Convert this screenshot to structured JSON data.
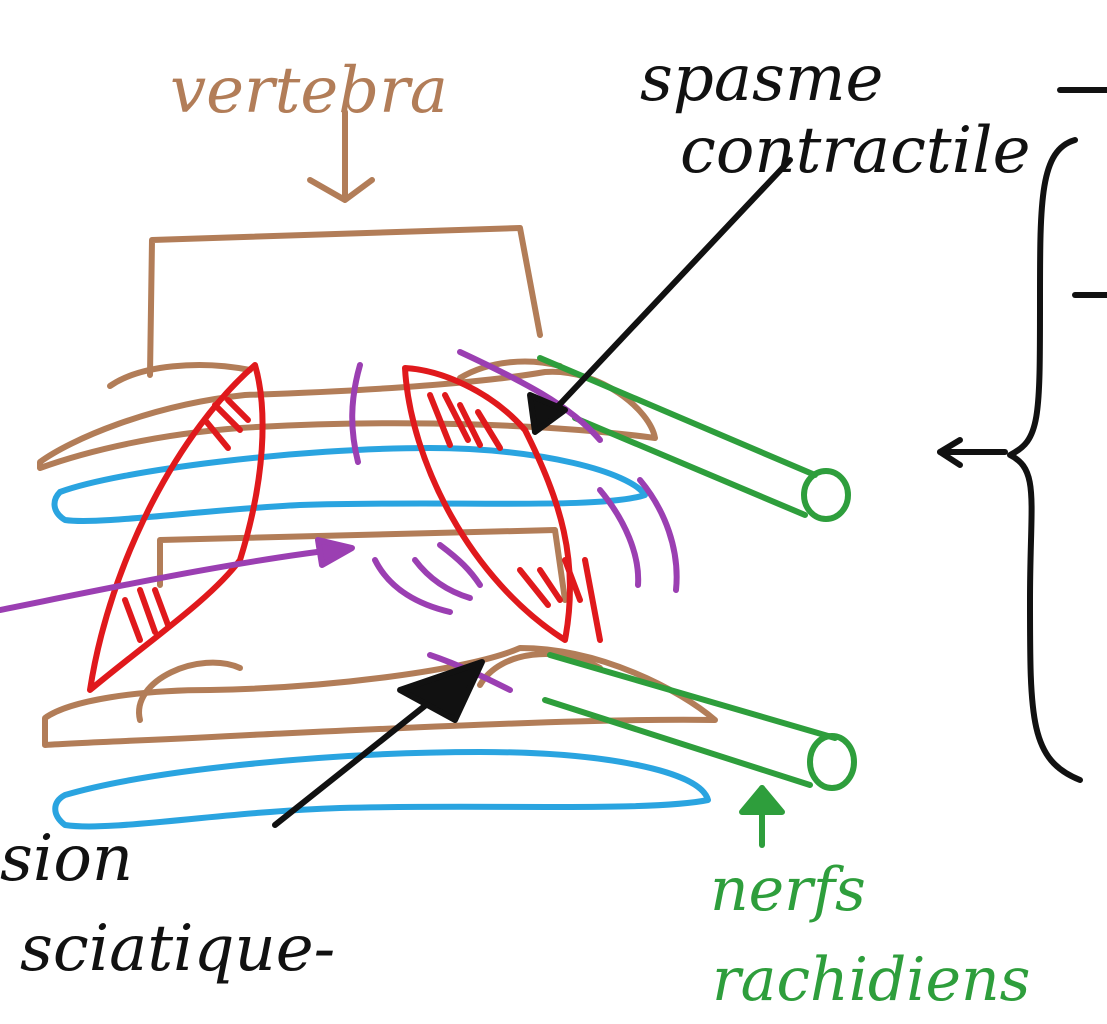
{
  "colors": {
    "brown": "#b27d58",
    "blue": "#2aa4e0",
    "red": "#e0191c",
    "purple": "#9b3fb2",
    "green": "#2e9e3c",
    "black": "#111111",
    "background": "#ffffff"
  },
  "labels": {
    "vertebra": "vertebra",
    "spasme": "spasme",
    "contractile": "contractile",
    "sion": "sion",
    "sciatique": "sciatique-",
    "nerfs": "nerfs",
    "rachidiens": "rachidiens"
  }
}
